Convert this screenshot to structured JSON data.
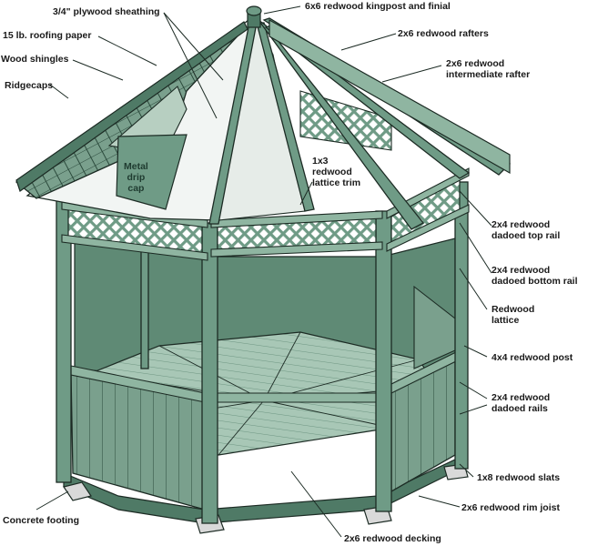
{
  "palette": {
    "wood": "#6f9b86",
    "wood_light": "#8fb5a1",
    "wood_dark": "#4f7a66",
    "roof_sheathing": "#f2f5f3",
    "shingle": "#7aa08d",
    "outline": "#1c2b24",
    "decking": "#a8c7b6",
    "footing": "#d9d9d9"
  },
  "labels": {
    "plywood_sheathing": "3/4\" plywood sheathing",
    "kingpost": "6x6 redwood kingpost and finial",
    "roofing_paper": "15 lb. roofing paper",
    "rafters": "2x6 redwood rafters",
    "wood_shingles": "Wood shingles",
    "intermediate_rafter_line1": "2x6 redwood",
    "intermediate_rafter_line2": "intermediate rafter",
    "ridgecaps": "Ridgecaps",
    "metal_drip_cap_line1": "Metal",
    "metal_drip_cap_line2": "drip",
    "metal_drip_cap_line3": "cap",
    "lattice_trim_line1": "1x3",
    "lattice_trim_line2": "redwood",
    "lattice_trim_line3": "lattice trim",
    "top_rail_line1": "2x4 redwood",
    "top_rail_line2": "dadoed top rail",
    "bottom_rail_line1": "2x4 redwood",
    "bottom_rail_line2": "dadoed bottom rail",
    "lattice_line1": "Redwood",
    "lattice_line2": "lattice",
    "post": "4x4 redwood post",
    "dadoed_rails_line1": "2x4 redwood",
    "dadoed_rails_line2": "dadoed rails",
    "slats": "1x8 redwood slats",
    "concrete_footing": "Concrete footing",
    "rim_joist": "2x6 redwood rim joist",
    "decking": "2x6 redwood decking"
  }
}
